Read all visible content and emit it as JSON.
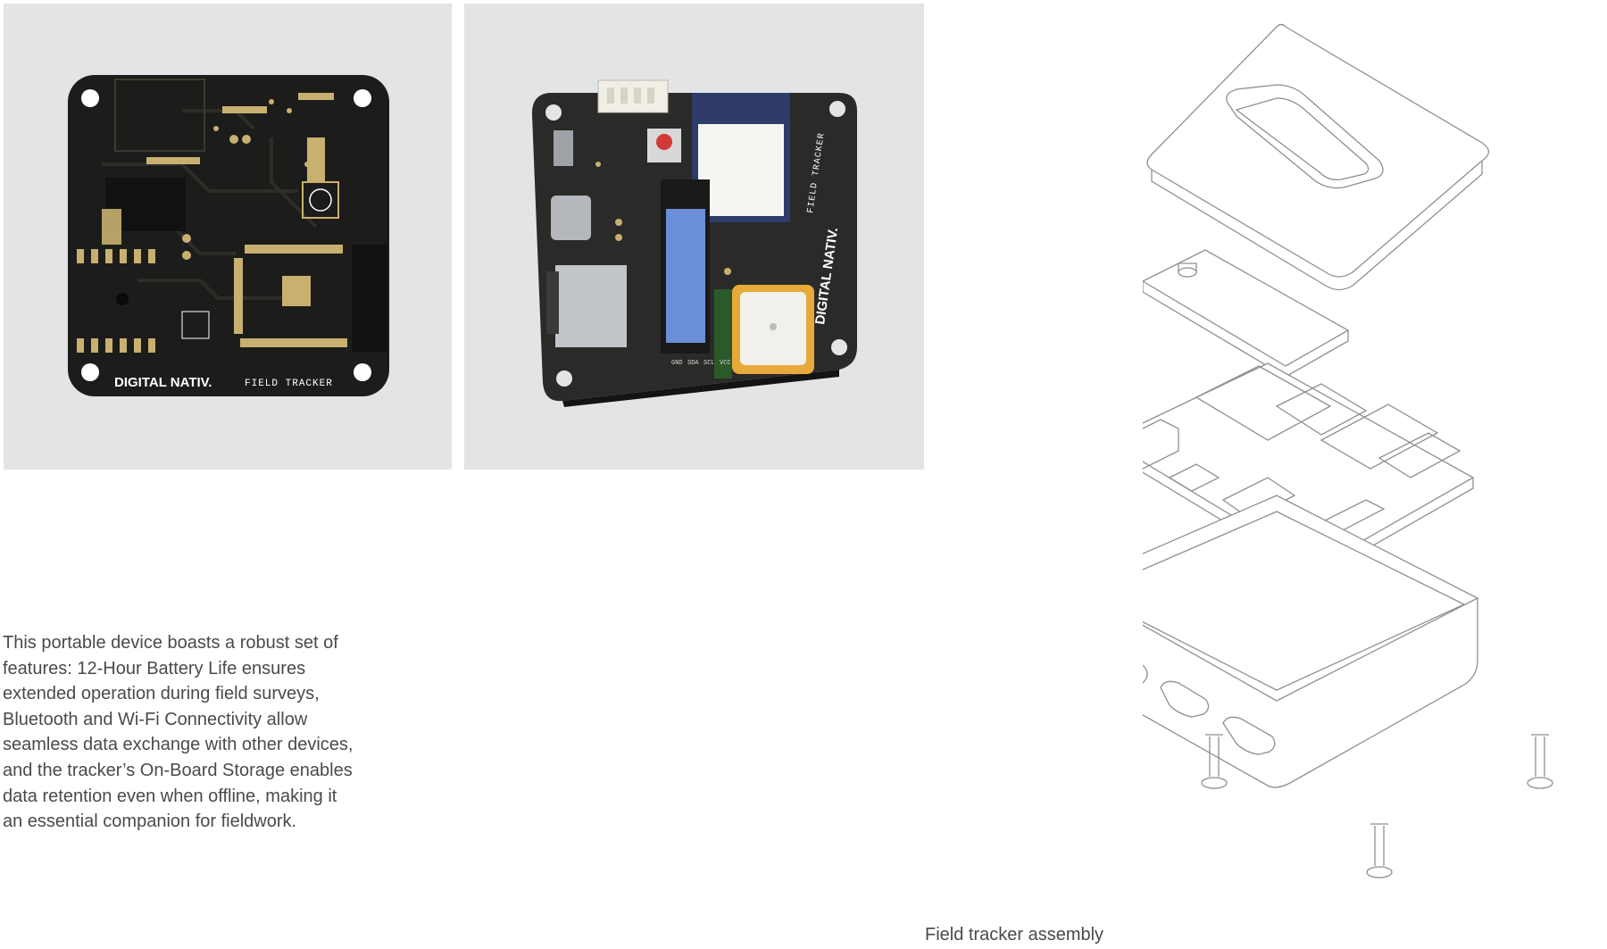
{
  "pcb_flat": {
    "brand": "DIGITAL NATIV.",
    "product": "FIELD TRACKER"
  },
  "pcb_3d": {
    "brand": "DIGITAL NATIV.",
    "product": "FIELD TRACKER"
  },
  "description": "This portable device boasts a robust set of features: 12-Hour Battery Life ensures extended operation during field surveys, Bluetooth and Wi-Fi Connectivity allow seamless data exchange with other devices, and the tracker’s On-Board Storage enables data retention even when offline, making it an essential companion for fieldwork.",
  "caption": "Field tracker assembly",
  "colors": {
    "panel_bg": "#e3e4e6",
    "pcb_black": "#1c1c1a",
    "pad_gold": "#c8b070",
    "led_blue": "#6b8fd6",
    "gps_orange": "#e7a93a"
  }
}
